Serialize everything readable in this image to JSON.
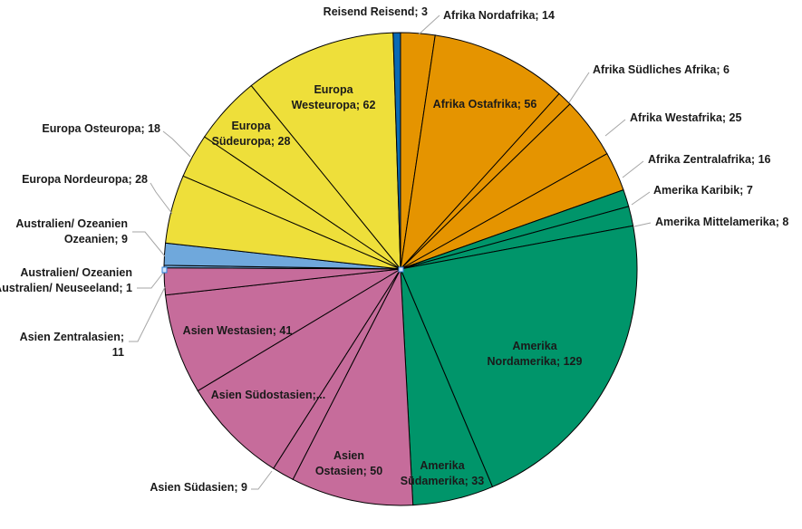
{
  "chart_data": {
    "type": "pie",
    "title": "",
    "start_angle_deg": 0,
    "direction": "clockwise",
    "colors": {
      "Afrika": "#E59400",
      "Amerika": "#00956A",
      "Asien": "#C66C9B",
      "Australien/ Ozeanien": "#6FA8DC",
      "Europa": "#EEDF3A",
      "Reisend": "#0A6AB4"
    },
    "slices": [
      {
        "group": "Afrika",
        "name": "Nordafrika",
        "value": 14,
        "label": [
          "Afrika Nordafrika; 14"
        ]
      },
      {
        "group": "Afrika",
        "name": "Ostafrika",
        "value": 56,
        "label": [
          "Afrika Ostafrika; 56"
        ]
      },
      {
        "group": "Afrika",
        "name": "Südliches Afrika",
        "value": 6,
        "label": [
          "Afrika Südliches Afrika; 6"
        ]
      },
      {
        "group": "Afrika",
        "name": "Westafrika",
        "value": 25,
        "label": [
          "Afrika Westafrika; 25"
        ]
      },
      {
        "group": "Afrika",
        "name": "Zentralafrika",
        "value": 16,
        "label": [
          "Afrika Zentralafrika; 16"
        ]
      },
      {
        "group": "Amerika",
        "name": "Karibik",
        "value": 7,
        "label": [
          "Amerika Karibik; 7"
        ]
      },
      {
        "group": "Amerika",
        "name": "Mittelamerika",
        "value": 8,
        "label": [
          "Amerika Mittelamerika; 8"
        ]
      },
      {
        "group": "Amerika",
        "name": "Nordamerika",
        "value": 129,
        "label": [
          "Amerika",
          "Nordamerika; 129"
        ]
      },
      {
        "group": "Amerika",
        "name": "Südamerika",
        "value": 33,
        "label": [
          "Amerika",
          "Südamerika; 33"
        ]
      },
      {
        "group": "Asien",
        "name": "Ostasien",
        "value": 50,
        "label": [
          "Asien",
          "Ostasien; 50"
        ]
      },
      {
        "group": "Asien",
        "name": "Südasien",
        "value": 9,
        "label": [
          "Asien Südasien; 9"
        ]
      },
      {
        "group": "Asien",
        "name": "Südostasien",
        "value": 44,
        "label": [
          "Asien Südostasien;..."
        ]
      },
      {
        "group": "Asien",
        "name": "Westasien",
        "value": 41,
        "label": [
          "Asien Westasien; 41"
        ]
      },
      {
        "group": "Asien",
        "name": "Zentralasien",
        "value": 11,
        "label": [
          "Asien Zentralasien;",
          "11"
        ]
      },
      {
        "group": "Australien/ Ozeanien",
        "name": "Australien/ Neuseeland",
        "value": 1,
        "label": [
          "Australien/ Ozeanien",
          "Australien/ Neuseeland; 1"
        ]
      },
      {
        "group": "Australien/ Ozeanien",
        "name": "Ozeanien",
        "value": 9,
        "label": [
          "Australien/ Ozeanien",
          "Ozeanien; 9"
        ]
      },
      {
        "group": "Europa",
        "name": "Nordeuropa",
        "value": 28,
        "label": [
          "Europa Nordeuropa; 28"
        ]
      },
      {
        "group": "Europa",
        "name": "Osteuropa",
        "value": 18,
        "label": [
          "Europa Osteuropa; 18"
        ]
      },
      {
        "group": "Europa",
        "name": "Südeuropa",
        "value": 28,
        "label": [
          "Europa",
          "Südeuropa; 28"
        ]
      },
      {
        "group": "Europa",
        "name": "Westeuropa",
        "value": 62,
        "label": [
          "Europa",
          "Westeuropa; 62"
        ]
      },
      {
        "group": "Reisend",
        "name": "Reisend",
        "value": 3,
        "label": [
          "Reisend Reisend; 3"
        ]
      }
    ]
  }
}
